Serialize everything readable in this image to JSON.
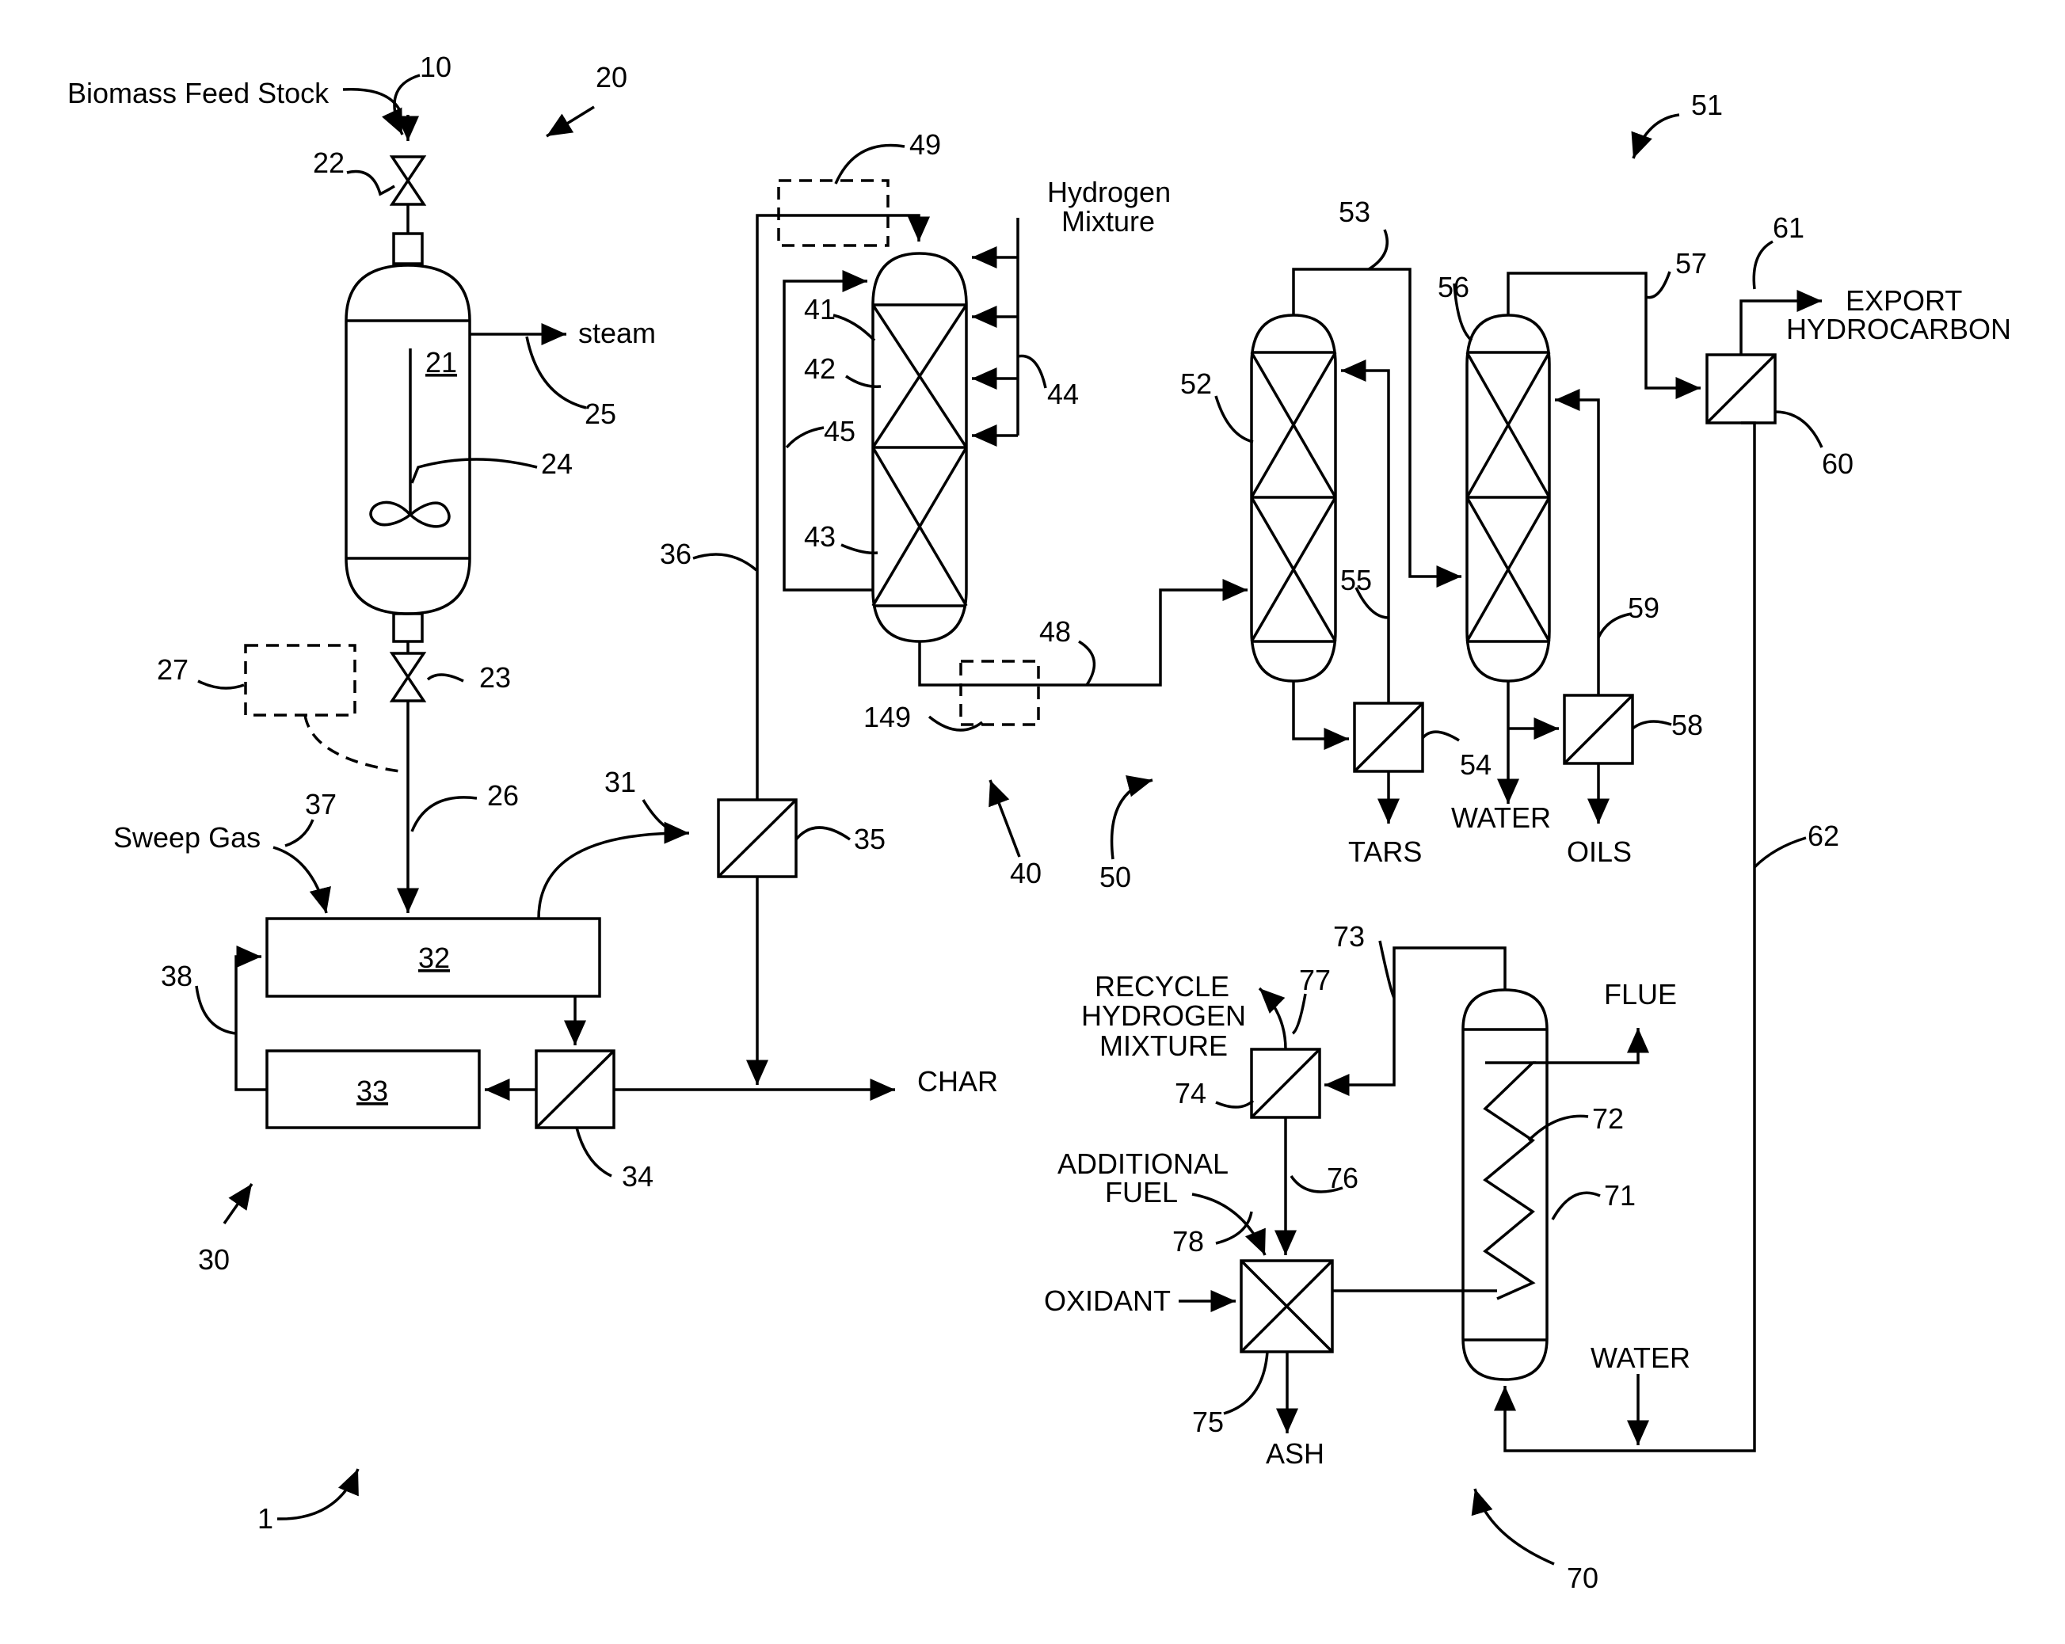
{
  "labels": {
    "biomass_feed_stock": "Biomass Feed Stock",
    "steam": "steam",
    "sweep_gas": "Sweep Gas",
    "hydrogen_mixture_1": "Hydrogen",
    "hydrogen_mixture_2": "Mixture",
    "char": "CHAR",
    "tars": "TARS",
    "water_1": "WATER",
    "oils": "OILS",
    "export_1": "EXPORT",
    "export_2": "HYDROCARBON",
    "recycle_1": "RECYCLE",
    "recycle_2": "HYDROGEN",
    "recycle_3": "MIXTURE",
    "additional_1": "ADDITIONAL",
    "additional_2": "FUEL",
    "oxidant": "OXIDANT",
    "ash": "ASH",
    "flue": "FLUE",
    "water_2": "WATER"
  },
  "ref_numerals": {
    "n1": "1",
    "n10": "10",
    "n20": "20",
    "n21": "21",
    "n22": "22",
    "n23": "23",
    "n24": "24",
    "n25": "25",
    "n26": "26",
    "n27": "27",
    "n30": "30",
    "n31": "31",
    "n32": "32",
    "n33": "33",
    "n34": "34",
    "n35": "35",
    "n36": "36",
    "n37": "37",
    "n38": "38",
    "n40": "40",
    "n41": "41",
    "n42": "42",
    "n43": "43",
    "n44": "44",
    "n45": "45",
    "n48": "48",
    "n49": "49",
    "n50": "50",
    "n51": "51",
    "n52": "52",
    "n53": "53",
    "n54": "54",
    "n55": "55",
    "n56": "56",
    "n57": "57",
    "n58": "58",
    "n59": "59",
    "n60": "60",
    "n61": "61",
    "n62": "62",
    "n70": "70",
    "n71": "71",
    "n72": "72",
    "n73": "73",
    "n74": "74",
    "n75": "75",
    "n76": "76",
    "n77": "77",
    "n78": "78",
    "n149": "149"
  }
}
